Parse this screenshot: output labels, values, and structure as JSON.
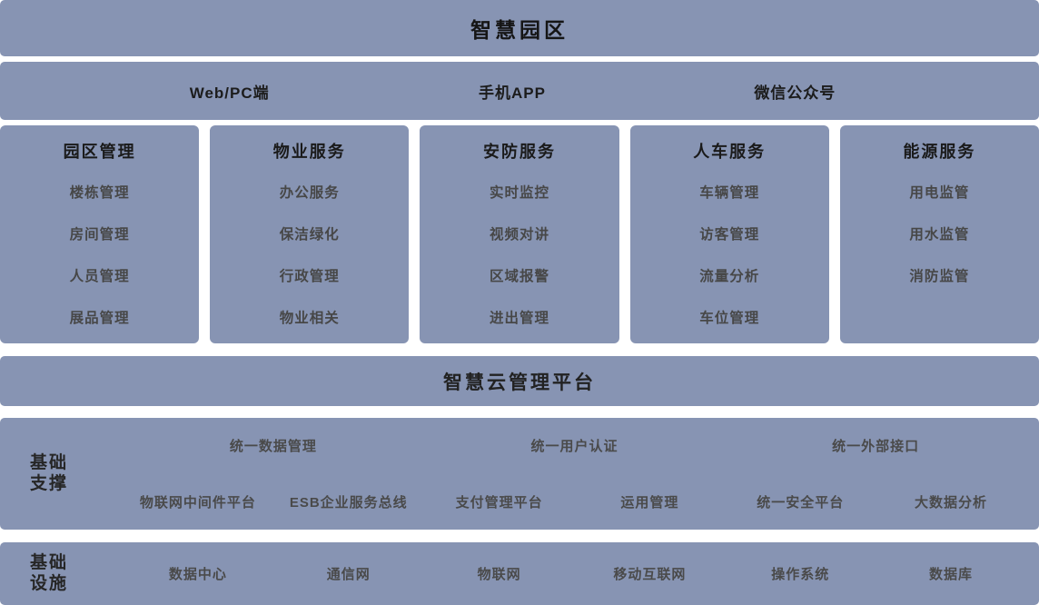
{
  "colors": {
    "band_background": "#8794B3",
    "page_background": "#FFFFFF",
    "header_text": "#1A1A1A",
    "item_text": "#4A4A4A"
  },
  "title_band": {
    "title": "智慧园区"
  },
  "access_band": {
    "items": [
      "Web/PC端",
      "手机APP",
      "微信公众号"
    ]
  },
  "service_columns": [
    {
      "header": "园区管理",
      "items": [
        "楼栋管理",
        "房间管理",
        "人员管理",
        "展品管理"
      ]
    },
    {
      "header": "物业服务",
      "items": [
        "办公服务",
        "保洁绿化",
        "行政管理",
        "物业相关"
      ]
    },
    {
      "header": "安防服务",
      "items": [
        "实时监控",
        "视频对讲",
        "区域报警",
        "进出管理"
      ]
    },
    {
      "header": "人车服务",
      "items": [
        "车辆管理",
        "访客管理",
        "流量分析",
        "车位管理"
      ]
    },
    {
      "header": "能源服务",
      "items": [
        "用电监管",
        "用水监管",
        "消防监管"
      ]
    }
  ],
  "platform_band": {
    "title": "智慧云管理平台"
  },
  "support_band": {
    "label_line1": "基础",
    "label_line2": "支撑",
    "row1": [
      "统一数据管理",
      "统一用户认证",
      "统一外部接口"
    ],
    "row2": [
      "物联网中间件平台",
      "ESB企业服务总线",
      "支付管理平台",
      "运用管理",
      "统一安全平台",
      "大数据分析"
    ]
  },
  "infra_band": {
    "label_line1": "基础",
    "label_line2": "设施",
    "items": [
      "数据中心",
      "通信网",
      "物联网",
      "移动互联网",
      "操作系统",
      "数据库"
    ]
  }
}
